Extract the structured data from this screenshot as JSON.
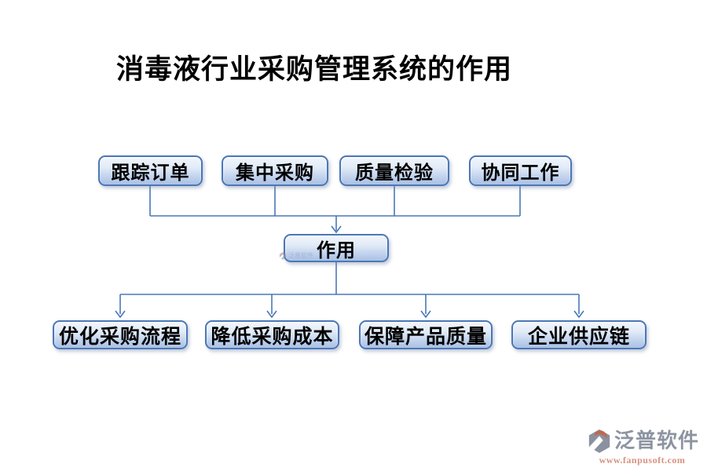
{
  "page": {
    "title": "消毒液行业采购管理系统的作用"
  },
  "diagram": {
    "top_row": [
      {
        "label": "跟踪订单"
      },
      {
        "label": "集中采购"
      },
      {
        "label": "质量检验"
      },
      {
        "label": "协同工作"
      }
    ],
    "center": {
      "label": "作用"
    },
    "bottom_row": [
      {
        "label": "优化采购流程"
      },
      {
        "label": "降低采购成本"
      },
      {
        "label": "保障产品质量"
      },
      {
        "label": "企业供应链"
      }
    ]
  },
  "watermark": {
    "text": "泛普软件"
  },
  "branding": {
    "name": "泛普软件",
    "url": "www.fanpusoft.com"
  },
  "colors": {
    "node_border": "#4b77b7",
    "node_fill_top": "#f2f6fc",
    "node_fill_bottom": "#a9c0e4",
    "connector": "#4a78b8",
    "title_color": "#000000",
    "logo_gray": "#8b919e",
    "logo_red": "#c2674f",
    "brand_name_color": "#8d94a1",
    "brand_url_color": "#d9907e"
  }
}
